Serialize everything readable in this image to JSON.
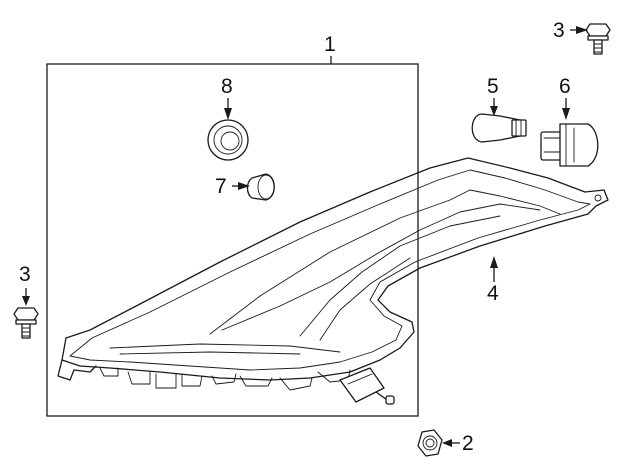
{
  "callouts": {
    "c1": "1",
    "c2": "2",
    "c3_top": "3",
    "c3_left": "3",
    "c4": "4",
    "c5": "5",
    "c6": "6",
    "c7": "7",
    "c8": "8"
  },
  "colors": {
    "line": "#1a1a1a",
    "background": "#ffffff"
  }
}
